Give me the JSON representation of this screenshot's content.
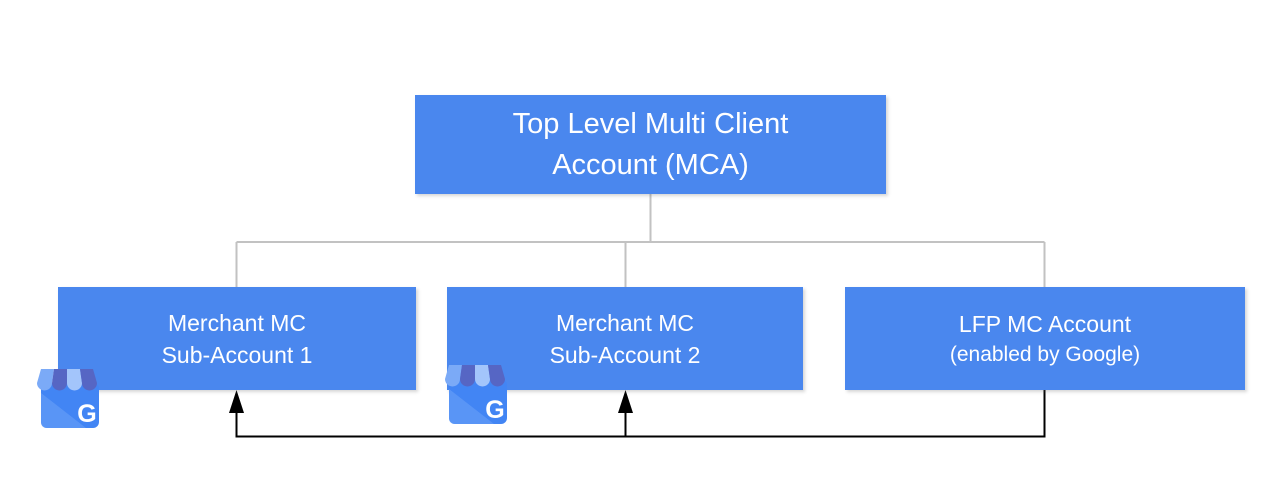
{
  "colors": {
    "node_fill_blue": "#4a87ee",
    "node_text_white": "#ffffff",
    "tree_connector_gray": "#c2c2c2",
    "flow_arrow_black": "#000000",
    "gmb_body_blue": "#4285f4",
    "gmb_awning_dark_blue": "#5666c4",
    "gmb_awning_light_blue": "#7baaf7",
    "gmb_awning_pale_blue": "#a3c5fb"
  },
  "nodes": {
    "mca": {
      "line1": "Top Level Multi Client",
      "line2": "Account (MCA)"
    },
    "sub1": {
      "line1": "Merchant MC",
      "line2": "Sub-Account 1"
    },
    "sub2": {
      "line1": "Merchant MC",
      "line2": "Sub-Account 2"
    },
    "lfp": {
      "line1": "LFP MC Account",
      "line2": "(enabled by Google)"
    }
  },
  "icons": {
    "g_letter": "G"
  }
}
